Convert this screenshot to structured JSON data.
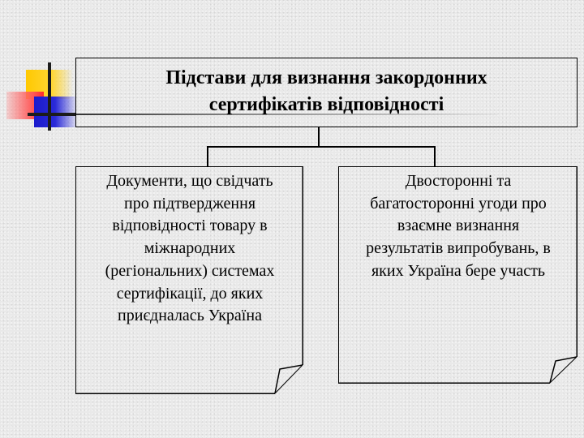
{
  "slide": {
    "decoration": {
      "name": "color-block-logo",
      "colors": {
        "yellow": "#ffc800",
        "red": "#ff3a3a",
        "blue": "#1a1acc",
        "bars": "#1c1c1c"
      }
    },
    "title": {
      "line1": "Підстави для визнання закордонних",
      "line2": "сертифікатів відповідності"
    },
    "children": [
      {
        "lines": [
          "Документи, що свідчать",
          "про підтвердження",
          "відповідності товару в",
          "міжнародних",
          "(регіональних) системах",
          "сертифікації, до яких",
          "приєдналась Україна"
        ]
      },
      {
        "lines": [
          "Двосторонні та",
          "багатосторонні угоди про",
          "взаємне визнання",
          "результатів випробувань, в",
          "яких Україна бере участь"
        ]
      }
    ]
  }
}
